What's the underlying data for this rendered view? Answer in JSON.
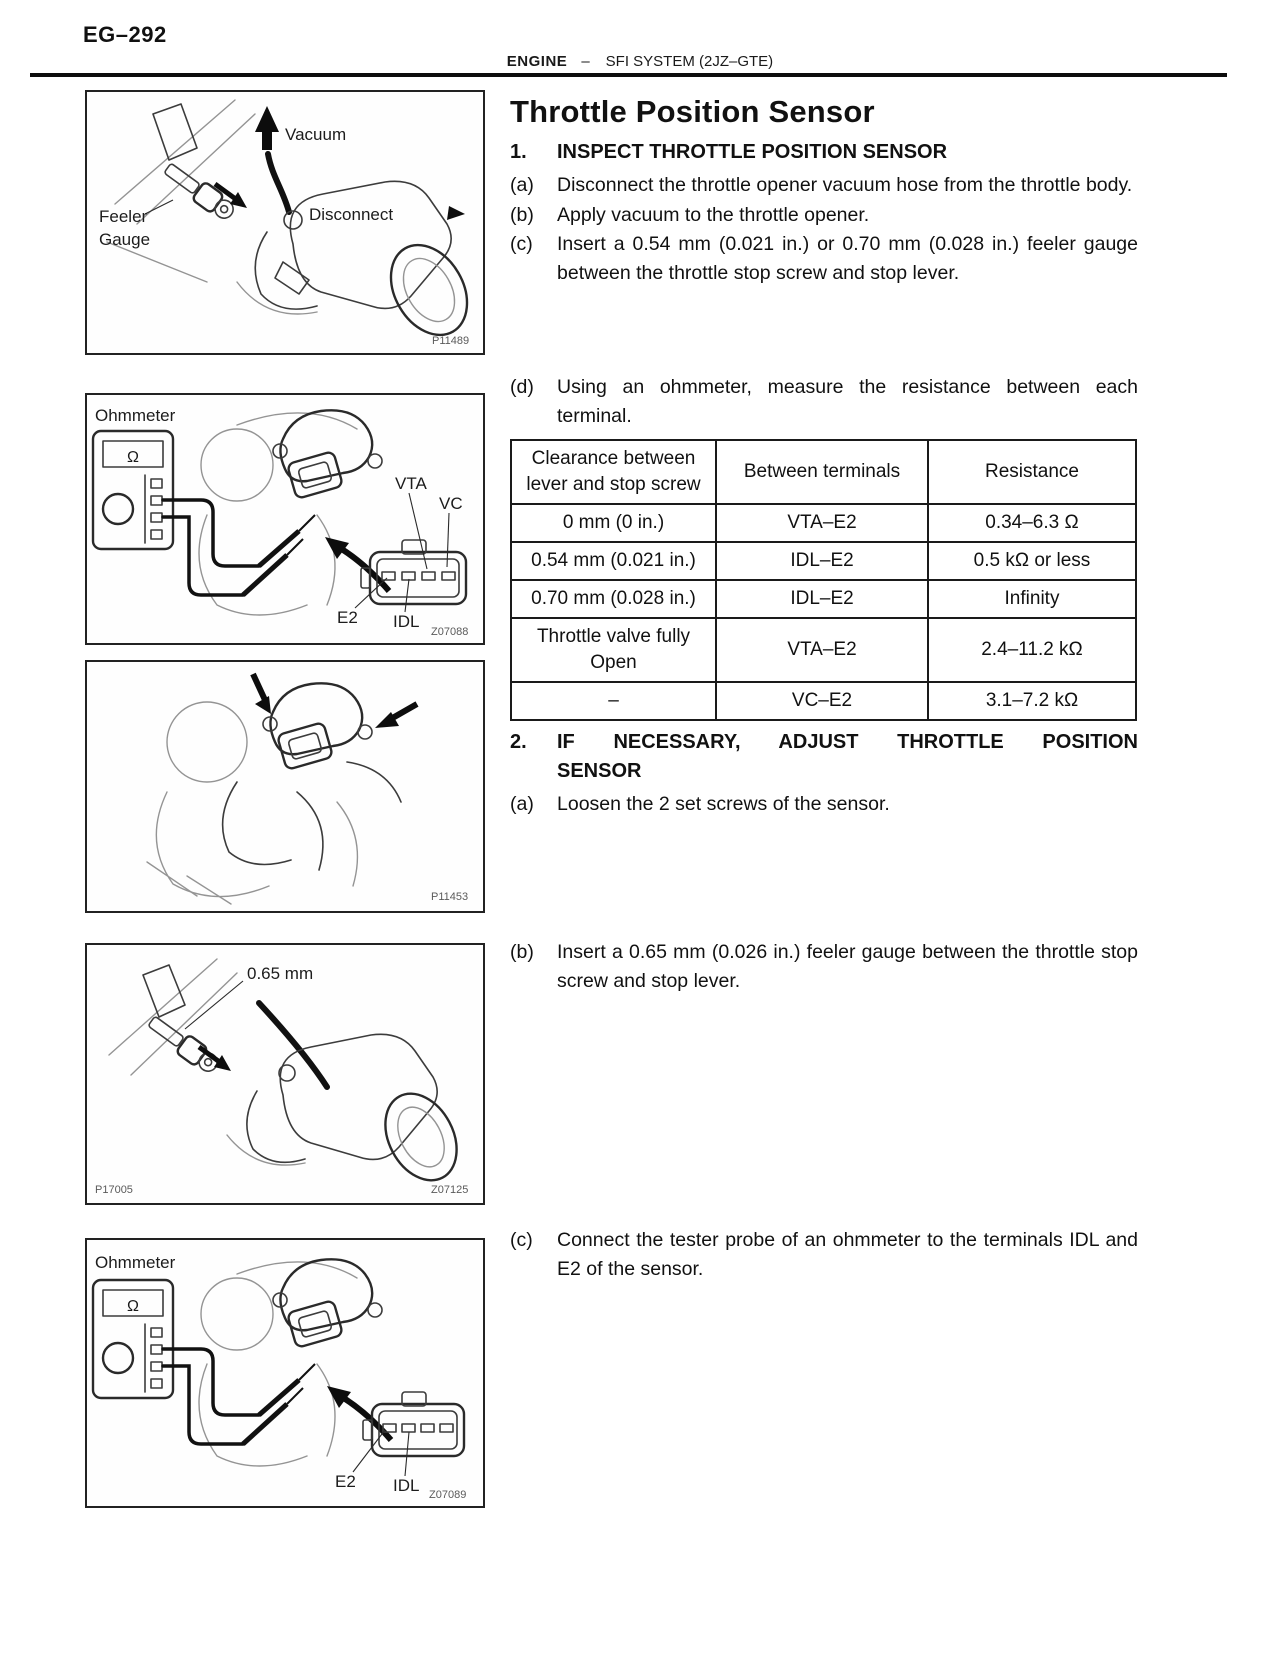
{
  "page": {
    "page_number": "EG–292",
    "header_section": "ENGINE",
    "header_dash": "–",
    "header_subsection": "SFI SYSTEM (2JZ–GTE)"
  },
  "title": "Throttle Position Sensor",
  "section1": {
    "number": "1.",
    "heading": "INSPECT THROTTLE POSITION SENSOR",
    "steps": [
      {
        "label": "(a)",
        "text": "Disconnect the throttle opener vacuum hose from the throttle body."
      },
      {
        "label": "(b)",
        "text": "Apply vacuum to the throttle opener."
      },
      {
        "label": "(c)",
        "text": "Insert a 0.54 mm (0.021 in.) or 0.70 mm (0.028 in.) feeler gauge between the throttle stop screw and stop lever."
      },
      {
        "label": "(d)",
        "text": "Using an ohmmeter, measure the resistance between each terminal."
      }
    ]
  },
  "table": {
    "headers": [
      "Clearance between lever and stop screw",
      "Between terminals",
      "Resistance"
    ],
    "rows": [
      [
        "0 mm (0 in.)",
        "VTA–E2",
        "0.34–6.3 Ω"
      ],
      [
        "0.54 mm (0.021 in.)",
        "IDL–E2",
        "0.5 kΩ or less"
      ],
      [
        "0.70 mm (0.028 in.)",
        "IDL–E2",
        "Infinity"
      ],
      [
        "Throttle valve fully Open",
        "VTA–E2",
        "2.4–11.2 kΩ"
      ],
      [
        "–",
        "VC–E2",
        "3.1–7.2 kΩ"
      ]
    ]
  },
  "section2": {
    "number": "2.",
    "heading_line1": "IF NECESSARY, ADJUST THROTTLE POSITION",
    "heading_line2": "SENSOR",
    "steps": [
      {
        "label": "(a)",
        "text": "Loosen the 2 set screws of the sensor."
      },
      {
        "label": "(b)",
        "text": "Insert a 0.65 mm (0.026 in.) feeler gauge between the throttle stop screw and stop lever."
      },
      {
        "label": "(c)",
        "text": "Connect the tester probe of an ohmmeter to the terminals IDL and E2 of the sensor."
      }
    ]
  },
  "figures": {
    "fig1": {
      "vacuum": "Vacuum",
      "feeler_line1": "Feeler",
      "feeler_line2": "Gauge",
      "disconnect": "Disconnect",
      "code": "P11489"
    },
    "fig2": {
      "ohmmeter": "Ohmmeter",
      "omega": "Ω",
      "vta": "VTA",
      "vc": "VC",
      "e2": "E2",
      "idl": "IDL",
      "code": "Z07088"
    },
    "fig3": {
      "code": "P11453"
    },
    "fig4": {
      "measurement": "0.65 mm",
      "code_left": "P17005",
      "code_right": "Z07125"
    },
    "fig5": {
      "ohmmeter": "Ohmmeter",
      "omega": "Ω",
      "e2": "E2",
      "idl": "IDL",
      "code": "Z07089"
    }
  }
}
